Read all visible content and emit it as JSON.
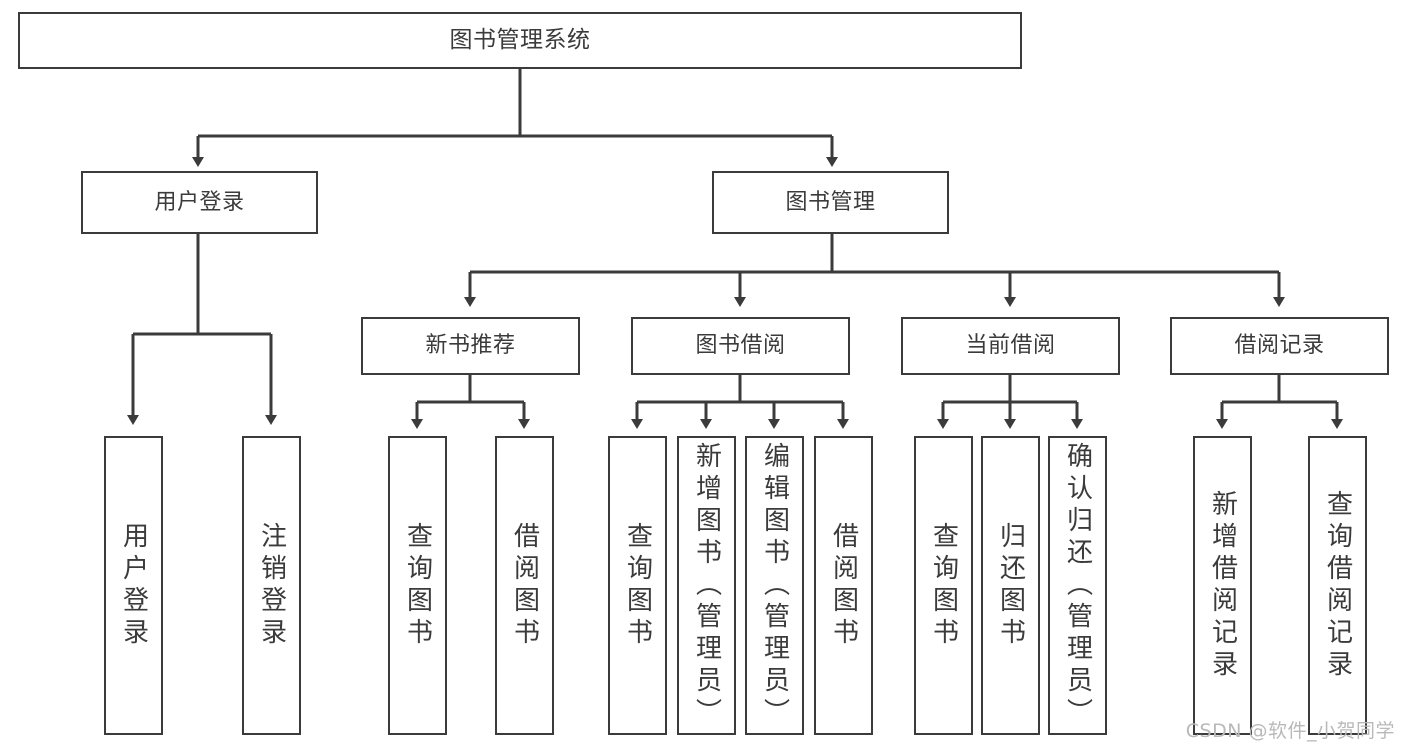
{
  "diagram": {
    "title": "图书管理系统",
    "type": "hierarchy-tree",
    "root": {
      "id": "root",
      "label": "图书管理系统"
    },
    "level2": [
      {
        "id": "user-login",
        "label": "用户登录"
      },
      {
        "id": "book-manage",
        "label": "图书管理"
      }
    ],
    "level3": [
      {
        "id": "new-book-rec",
        "label": "新书推荐"
      },
      {
        "id": "book-borrow",
        "label": "图书借阅"
      },
      {
        "id": "current-borrow",
        "label": "当前借阅"
      },
      {
        "id": "borrow-record",
        "label": "借阅记录"
      }
    ],
    "leaves": {
      "user_login": [
        {
          "id": "leaf-user-login",
          "label": "用户登录"
        },
        {
          "id": "leaf-logout-login",
          "label": "注销登录"
        }
      ],
      "new_book_rec": [
        {
          "id": "leaf-query-book-1",
          "label": "查询图书"
        },
        {
          "id": "leaf-borrow-book-1",
          "label": "借阅图书"
        }
      ],
      "book_borrow": [
        {
          "id": "leaf-query-book-2",
          "label": "查询图书"
        },
        {
          "id": "leaf-add-book",
          "label": "新增图书（管理员）"
        },
        {
          "id": "leaf-edit-book",
          "label": "编辑图书（管理员）"
        },
        {
          "id": "leaf-borrow-book-2",
          "label": "借阅图书"
        }
      ],
      "current_borrow": [
        {
          "id": "leaf-query-book-3",
          "label": "查询图书"
        },
        {
          "id": "leaf-return-book",
          "label": "归还图书"
        },
        {
          "id": "leaf-confirm-return",
          "label": "确认归还（管理员）"
        }
      ],
      "borrow_record": [
        {
          "id": "leaf-add-record",
          "label": "新增借阅记录"
        },
        {
          "id": "leaf-query-record",
          "label": "查询借阅记录"
        }
      ]
    }
  },
  "watermark": {
    "text": "CSDN @软件_小贺同学"
  },
  "colors": {
    "stroke": "#3b3b3b",
    "background": "#ffffff",
    "text": "#3b3b3b",
    "watermark": "#b9b9b9"
  }
}
